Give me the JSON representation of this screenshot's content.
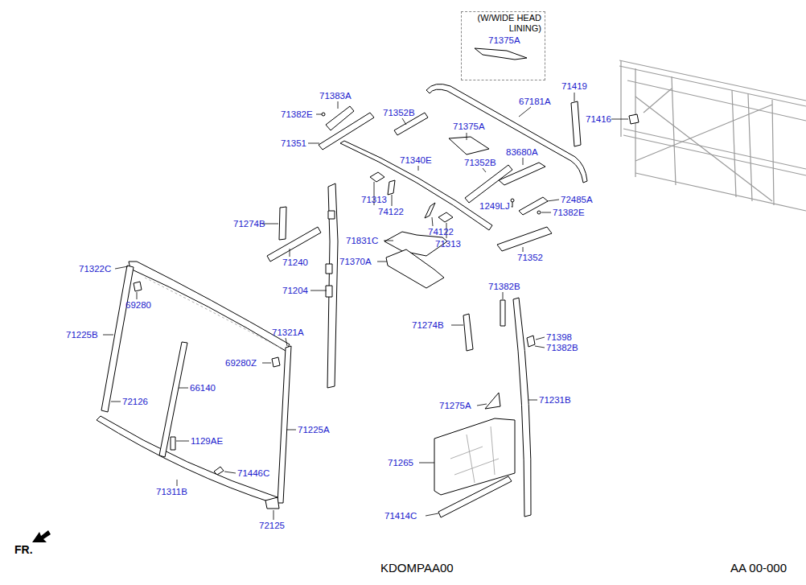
{
  "diagram": {
    "nodes": [
      {
        "text": [
          "(W/WIDE HEAD LINING)",
          "71375A"
        ]
      }
    ],
    "labels": [
      "71383A",
      "71382E",
      "71352B",
      "67181A",
      "71419",
      "71416",
      "71375A",
      "71351",
      "71340E",
      "83680A",
      "71352B",
      "71313",
      "74122",
      "1249LJ",
      "72485A",
      "71382E",
      "71274B",
      "74122",
      "71831C",
      "71313",
      "71370A",
      "71352",
      "71240",
      "71322C",
      "71204",
      "71382B",
      "69280",
      "71274B",
      "71225B",
      "71321A",
      "71398",
      "71382B",
      "69280Z",
      "66140",
      "72126",
      "71231B",
      "71275A",
      "71225A",
      "1129AE",
      "71265",
      "71446C",
      "71311B",
      "71414C",
      "72125",
      "FR.",
      "KDOMPAA00",
      "AA 00-000"
    ]
  }
}
